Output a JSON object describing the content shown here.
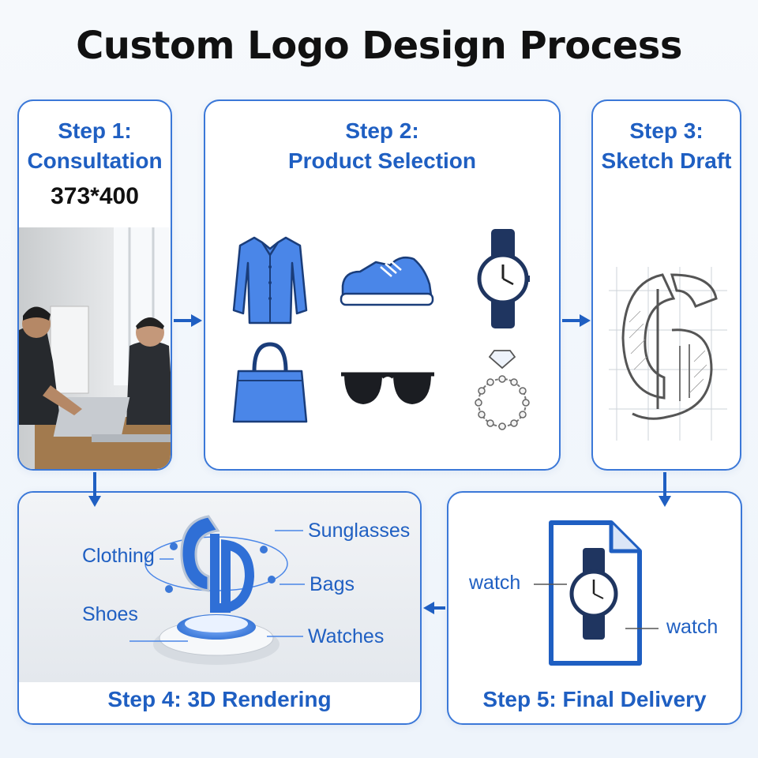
{
  "title": "Custom Logo Design Process",
  "colors": {
    "accent": "#1f5fc2",
    "border": "#3b78d8",
    "product_blue": "#4a86e8"
  },
  "steps": [
    {
      "title_line1": "Step 1:",
      "title_line2": "Consultation",
      "dimension": "373*400"
    },
    {
      "title_line1": "Step 2:",
      "title_line2": "Product Selection",
      "products": [
        "shirt-icon",
        "sneaker-icon",
        "watch-icon",
        "handbag-icon",
        "sunglasses-icon",
        "ring-icon"
      ]
    },
    {
      "title_line1": "Step 3:",
      "title_line2": "Sketch Draft"
    },
    {
      "title": "Step 4: 3D Rendering",
      "labels": {
        "clothing": "Clothing",
        "shoes": "Shoes",
        "sunglasses": "Sunglasses",
        "bags": "Bags",
        "watches": "Watches"
      }
    },
    {
      "title": "Step 5: Final Delivery",
      "labels": {
        "left": "watch",
        "right": "watch"
      }
    }
  ]
}
